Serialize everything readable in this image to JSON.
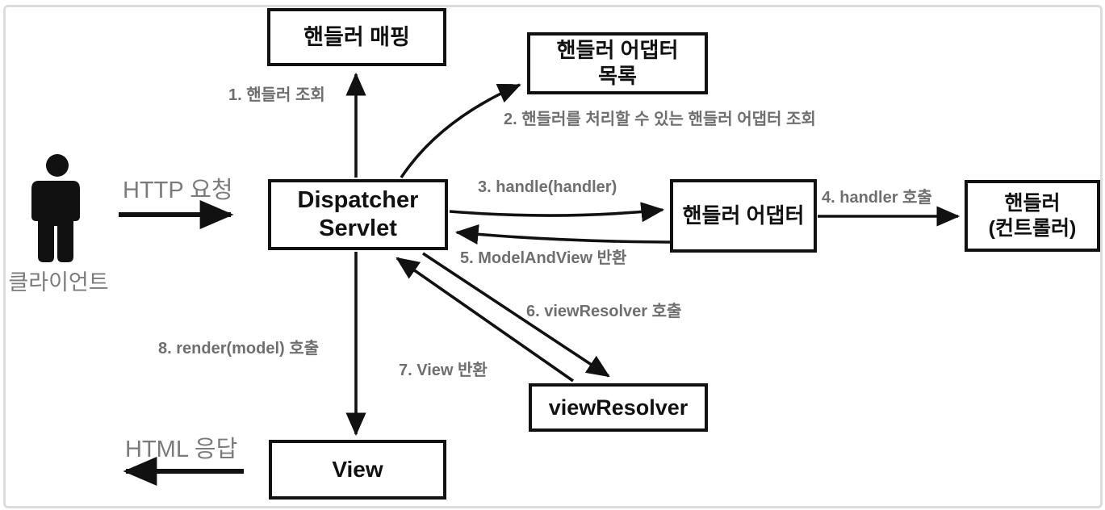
{
  "diagram": {
    "nodes": {
      "client": {
        "label": "클라이언트"
      },
      "handler_mapping": {
        "label": "핸들러 매핑"
      },
      "handler_adapter_list": {
        "label": "핸들러 어댑터\n목록"
      },
      "dispatcher_servlet": {
        "label": "Dispatcher\nServlet"
      },
      "handler_adapter": {
        "label": "핸들러 어댑터"
      },
      "handler_controller": {
        "label": "핸들러\n(컨트롤러)"
      },
      "view_resolver": {
        "label": "viewResolver"
      },
      "view": {
        "label": "View"
      }
    },
    "edges": {
      "http_request": {
        "label": "HTTP 요청"
      },
      "step1": {
        "label": "1. 핸들러 조회"
      },
      "step2": {
        "label": "2. 핸들러를 처리할 수 있는 핸들러 어댑터 조회"
      },
      "step3": {
        "label": "3. handle(handler)"
      },
      "step4": {
        "label": "4. handler 호출"
      },
      "step5": {
        "label": "5. ModelAndView 반환"
      },
      "step6": {
        "label": "6. viewResolver 호출"
      },
      "step7": {
        "label": "7. View 반환"
      },
      "step8": {
        "label": "8. render(model) 호출"
      },
      "html_response": {
        "label": "HTML 응답"
      }
    },
    "colors": {
      "box_border": "#111111",
      "arrow": "#111111",
      "label_gray": "#6f6f6f",
      "big_label_gray": "#7b7b7b",
      "frame_border": "#dcdcdc",
      "background": "#ffffff"
    }
  }
}
